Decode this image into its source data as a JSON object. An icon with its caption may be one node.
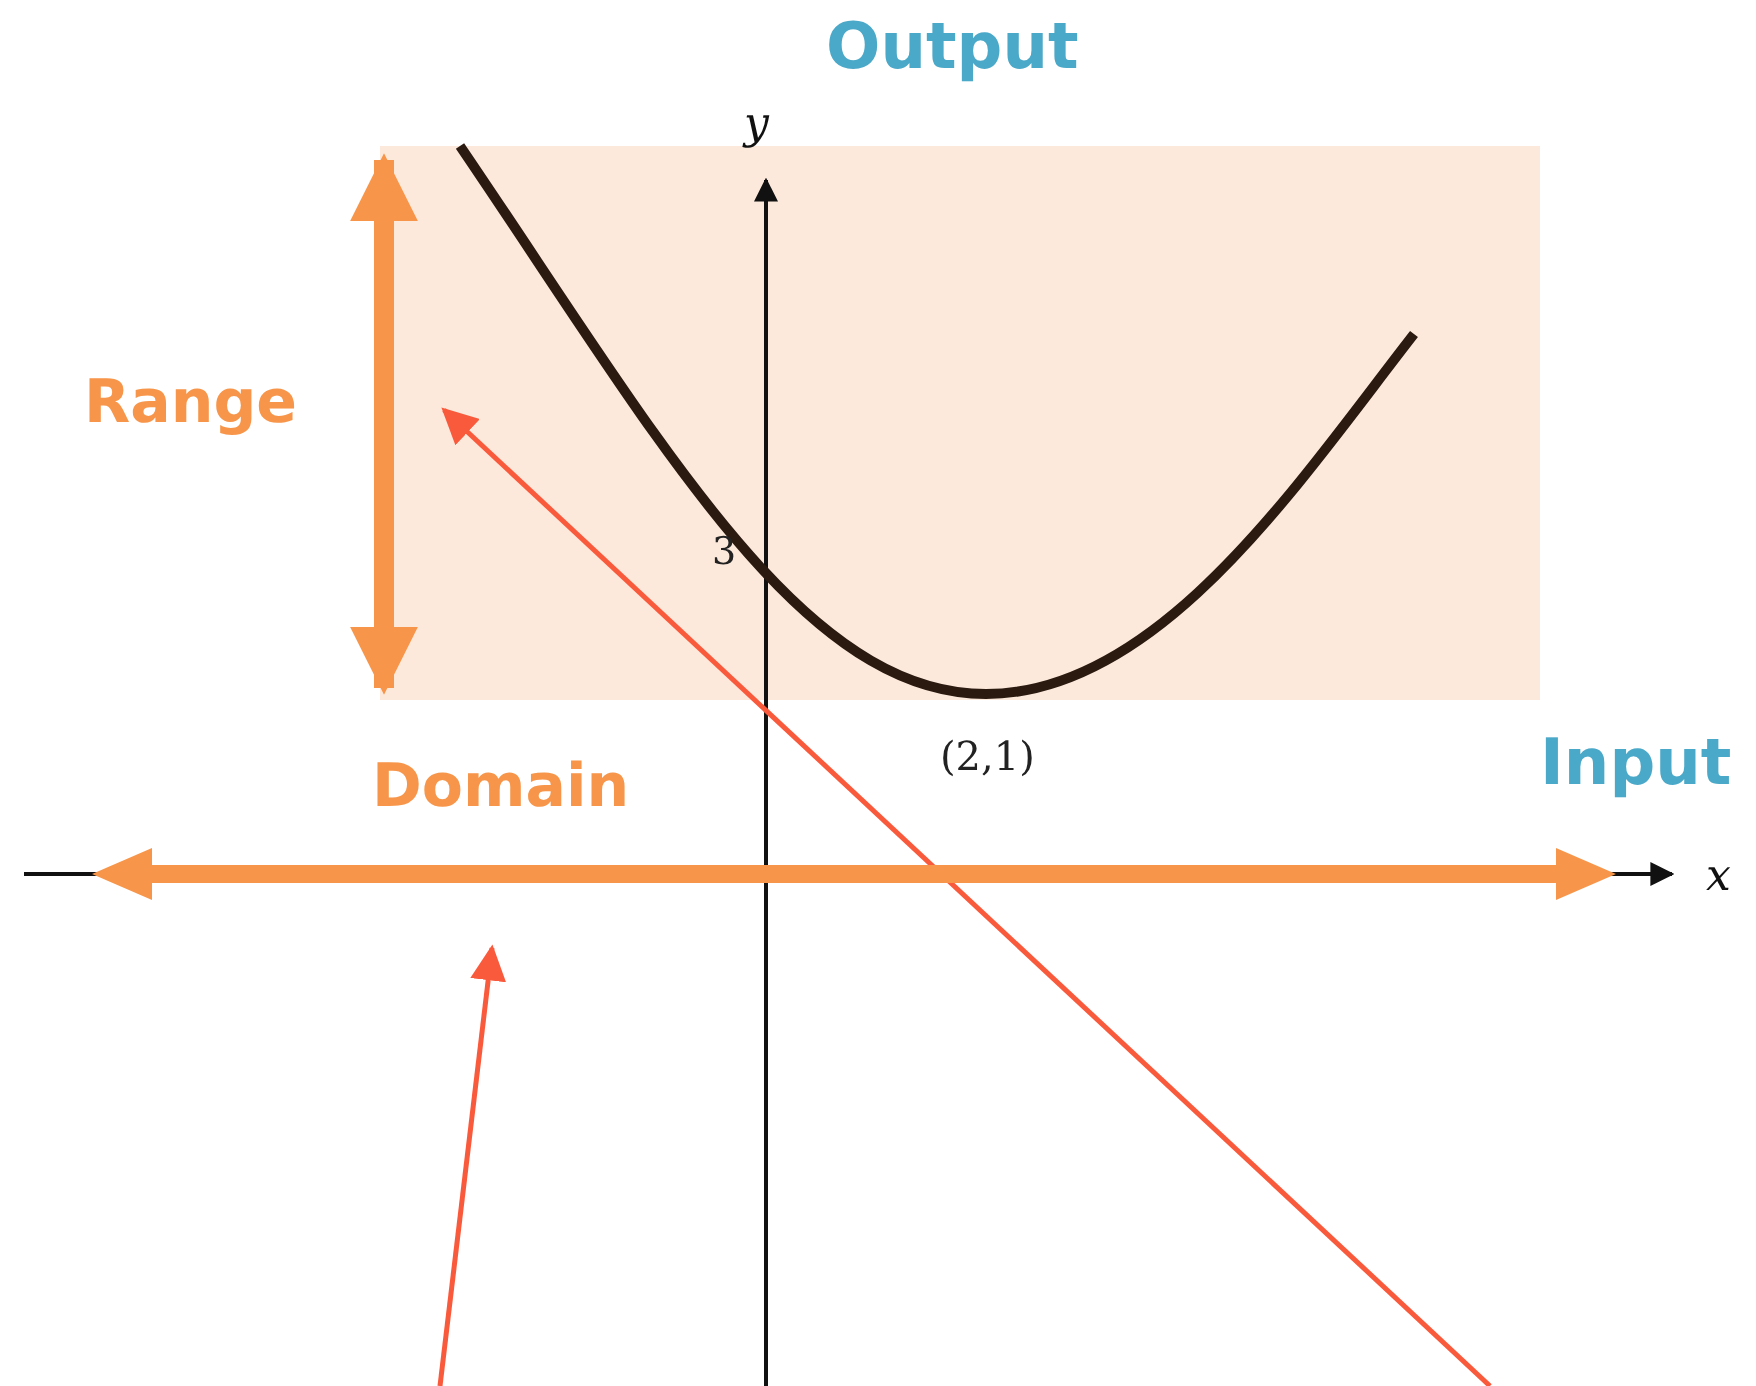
{
  "diagram": {
    "nodes": [
      {
        "text": [],
        "shape": "box"
      },
      {
        "text": [],
        "shape": "bar"
      }
    ],
    "edges": [
      {
        "from": null,
        "to": 0,
        "arrow": "to"
      },
      {
        "from": null,
        "to": 1,
        "arrow": "to"
      }
    ],
    "labels": [
      "Output",
      "y",
      "Range",
      "3",
      "(2,1)",
      "Input",
      "Domain",
      "x"
    ]
  }
}
